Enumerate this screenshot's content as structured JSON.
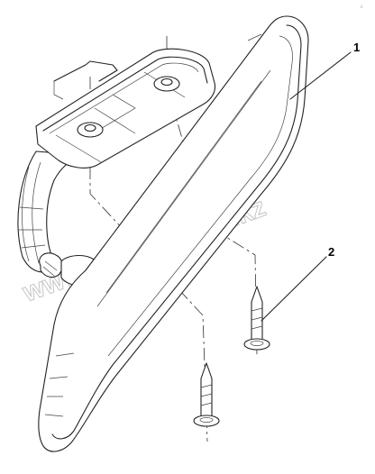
{
  "callouts": [
    {
      "label": "1"
    },
    {
      "label": "2"
    }
  ],
  "watermark": "www.sinhron-too.kz",
  "corner_mark": "c"
}
